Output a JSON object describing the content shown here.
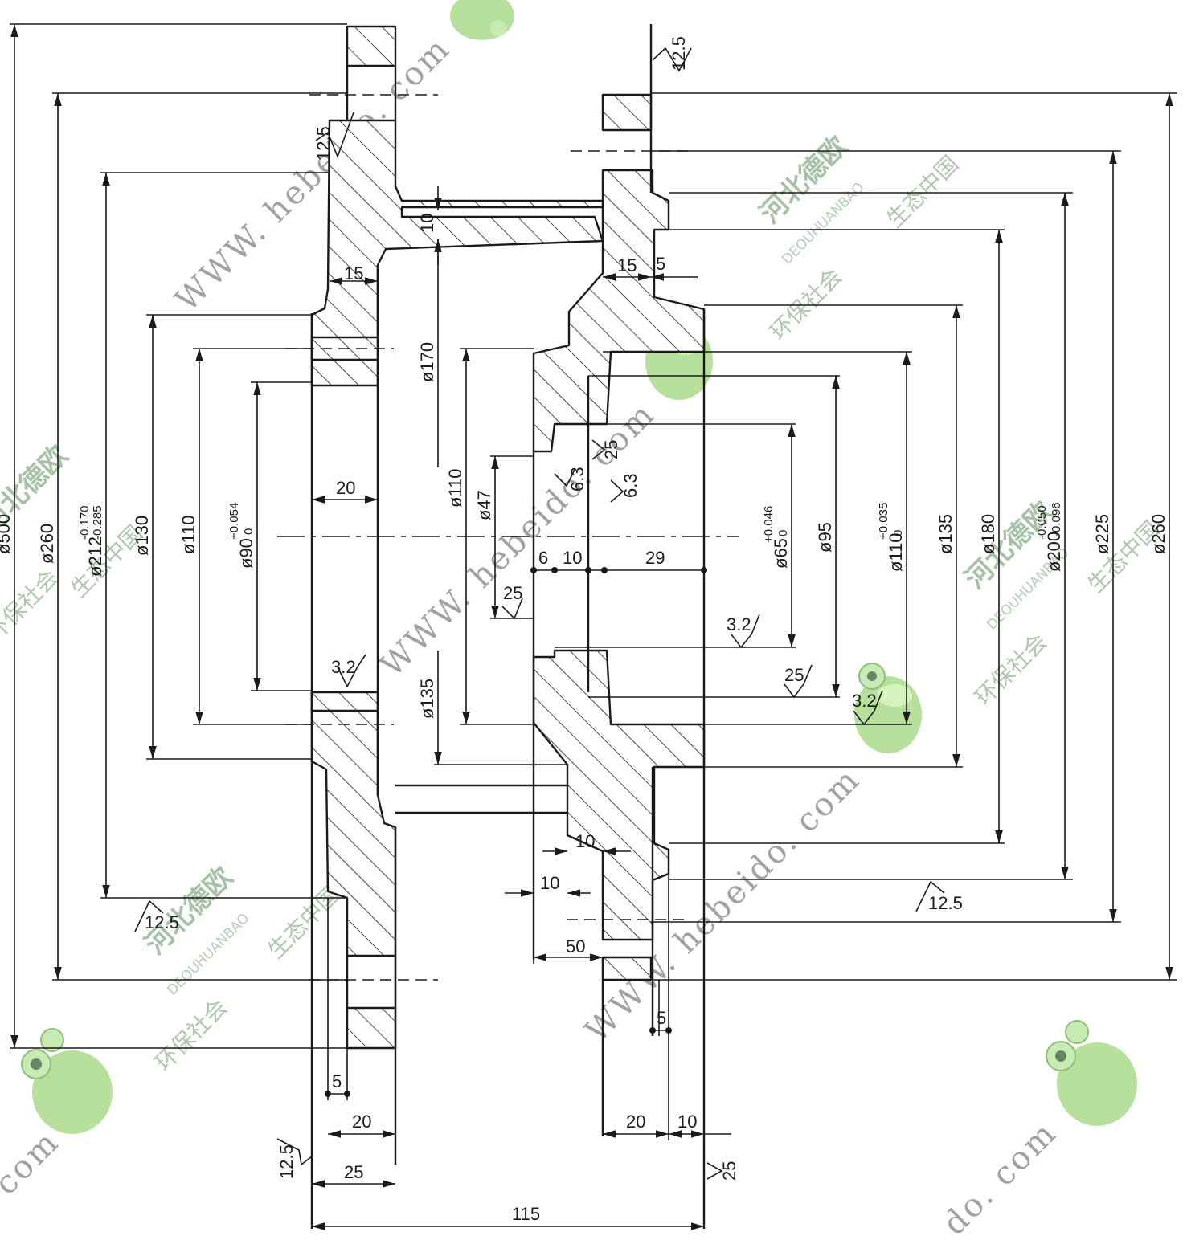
{
  "watermark": {
    "company": "河北德欧",
    "company_en": "DEOUHUANBAO",
    "slogan1": "环保社会",
    "slogan2": "生态中国",
    "url": "WWW. hebeido. com",
    "url_short": "do. com",
    "url_tail": "com"
  },
  "dims": {
    "d500": "ø500",
    "d260_left": "ø260",
    "d212": "ø212",
    "d212_tol_upper": "-0.170",
    "d212_tol_lower": "-0.285",
    "d130": "ø130",
    "d110_left": "ø110",
    "d90": "ø90",
    "d90_tol_upper": "+0.054",
    "d90_tol_lower": "0",
    "d170": "ø170",
    "d135_left": "ø135",
    "d110_mid": "ø110",
    "d47": "ø47",
    "d65": "ø65",
    "d65_tol_upper": "+0.046",
    "d65_tol_lower": "0",
    "d95": "ø95",
    "d110_right": "ø110",
    "d110_tol_upper": "+0.035",
    "d110_tol_lower": "0",
    "d135_right": "ø135",
    "d180": "ø180",
    "d200": "ø200",
    "d200_tol_upper": "-0.050",
    "d200_tol_lower": "-0.096",
    "d225": "ø225",
    "d260_right": "ø260",
    "w10_top": "10",
    "w15_left": "15",
    "w15_right": "15",
    "w5_right": "5",
    "w20_left": "20",
    "w6": "6",
    "w10_mid": "10",
    "w29": "29",
    "w10_a": "10",
    "w10_b": "10",
    "w50": "50",
    "w5_left": "5",
    "w5_bottom": "5",
    "w20_bottom_left": "20",
    "w20_bottom_right": "20",
    "w10_bottom_right": "10",
    "w25_bottom": "25",
    "w115": "115"
  },
  "roughness": {
    "r12_5_top_right": "12.5",
    "r12_5_left": "12.5",
    "r25_inner": "25",
    "r6_3_a": "6.3",
    "r6_3_b": "6.3",
    "r25_mid": "25",
    "r3_2_left": "3.2",
    "r3_2_right": "3.2",
    "r25_right": "25",
    "r3_2_far": "3.2",
    "r12_5_bottom_right": "12.5",
    "r12_5_bottom_left": "12.5",
    "r12_5_bottom": "12.5",
    "r25_bottom": "25"
  }
}
